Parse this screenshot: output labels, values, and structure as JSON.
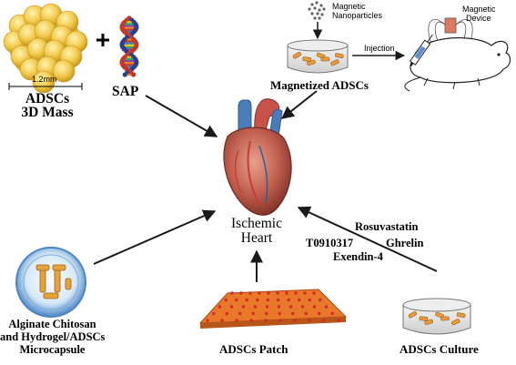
{
  "labels": {
    "scale": "1.2mm",
    "adscs_3d_mass_line1": "ADSCs",
    "adscs_3d_mass_line2": "3D Mass",
    "sap": "SAP",
    "magnetic_nanoparticles_line1": "Magnetic",
    "magnetic_nanoparticles_line2": "Nanoparticles",
    "injection": "Injection",
    "magnetic_device_line1": "Magnetic",
    "magnetic_device_line2": "Device",
    "magnetized_adscs": "Magnetized ADSCs",
    "center_line1": "Ischemic",
    "center_line2": "Heart",
    "rosuvastatin": "Rosuvastatin",
    "t0910317": "T0910317",
    "ghrelin": "Ghrelin",
    "exendin4": "Exendin-4",
    "microcapsule_line1": "Alginate Chitosan",
    "microcapsule_line2": "and Hydrogel/ADSCs",
    "microcapsule_line3": "Microcapsule",
    "patch": "ADSCs Patch",
    "culture": "ADSCs Culture"
  },
  "colors": {
    "arrow": "#1a1a1a",
    "spheroid": "#f2c94c",
    "heart": "#b5534a",
    "vessel_blue": "#4a7db8",
    "patch_orange": "#e8782a",
    "cell_orange": "#e89a3c",
    "capsule_blue": "#5a9bd4"
  }
}
